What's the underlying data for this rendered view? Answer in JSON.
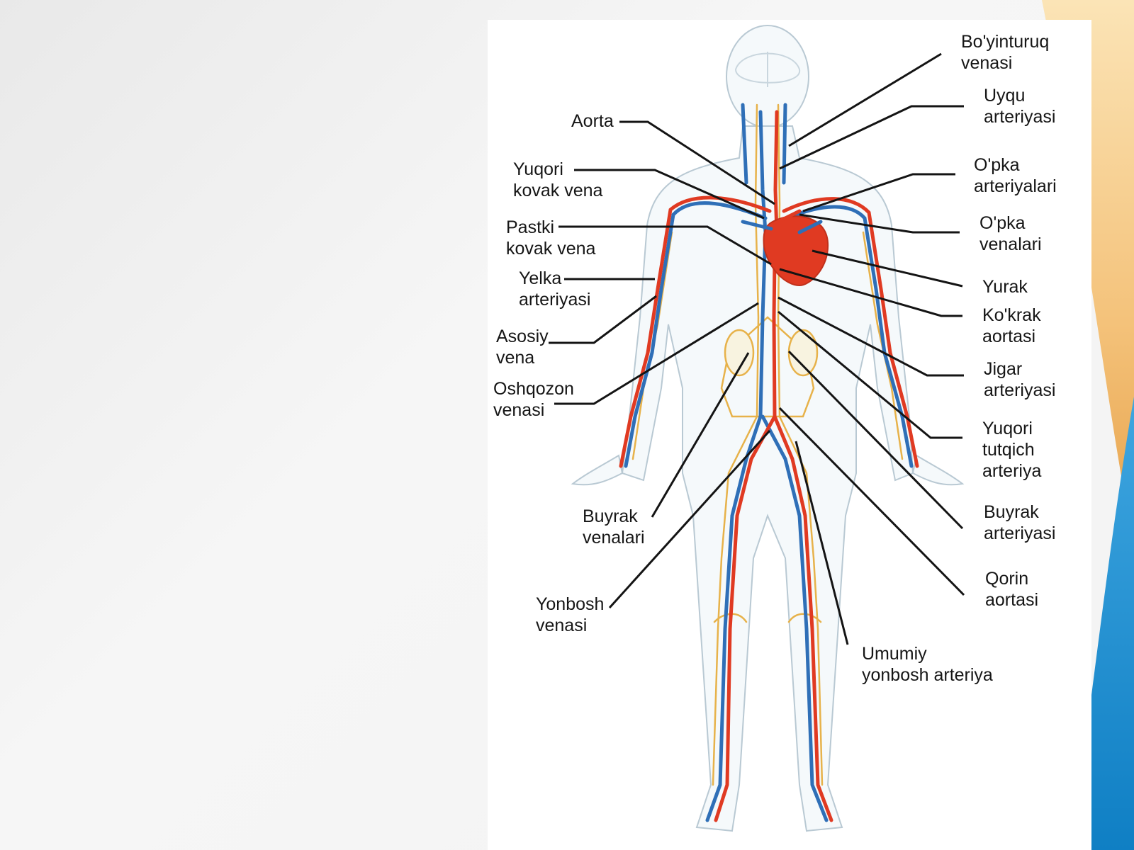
{
  "diagram": {
    "labels_left": {
      "aorta": [
        "Aorta"
      ],
      "yuqori_kovak_vena": [
        "Yuqori",
        "kovak vena"
      ],
      "pastki_kovak_vena": [
        "Pastki",
        "kovak vena"
      ],
      "yelka_arteriyasi": [
        "Yelka",
        "arteriyasi"
      ],
      "asosiy_vena": [
        "Asosiy",
        "vena"
      ],
      "oshqozon_venasi": [
        "Oshqozon",
        "venasi"
      ],
      "buyrak_venalari": [
        "Buyrak",
        "venalari"
      ],
      "yonbosh_venasi": [
        "Yonbosh",
        "venasi"
      ]
    },
    "labels_right": {
      "boyinturuq_venasi": [
        "Bo'yinturuq",
        "venasi"
      ],
      "uyqu_arteriyasi": [
        "Uyqu",
        "arteriyasi"
      ],
      "opka_arteriyalari": [
        "O'pka",
        "arteriyalari"
      ],
      "opka_venalari": [
        "O'pka",
        "venalari"
      ],
      "yurak": [
        "Yurak"
      ],
      "kokrak_aortasi": [
        "Ko'krak",
        "aortasi"
      ],
      "jigar_arteriyasi": [
        "Jigar",
        "arteriyasi"
      ],
      "yuqori_tutqich_arteriya": [
        "Yuqori",
        "tutqich",
        "arteriya"
      ],
      "buyrak_arteriyasi": [
        "Buyrak",
        "arteriyasi"
      ],
      "qorin_aortasi": [
        "Qorin",
        "aortasi"
      ],
      "umumiy_yonbosh_arteriya": [
        "Umumiy",
        "yonbosh arteriya"
      ]
    },
    "colors": {
      "artery": "#e03a22",
      "vein": "#2f6fb7",
      "nerve_lymph": "#e7b24a",
      "body_outline": "#b9c9d3",
      "leader_line": "#141414"
    }
  }
}
